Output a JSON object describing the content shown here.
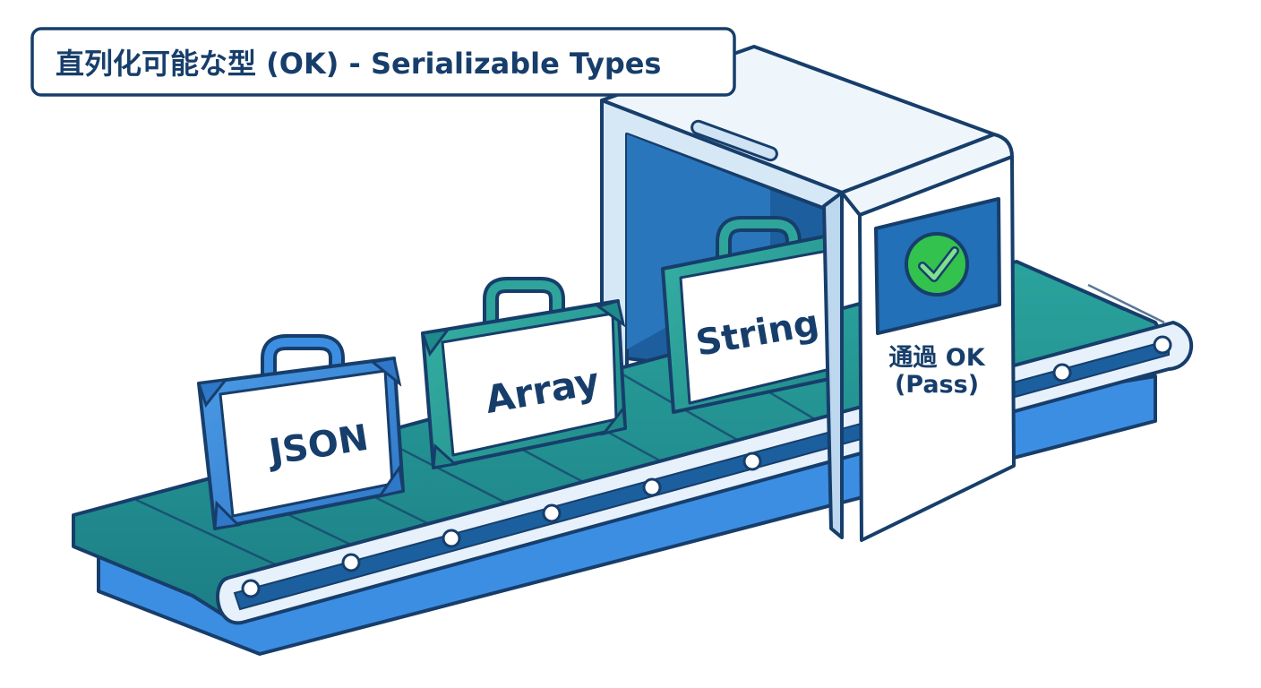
{
  "title": "直列化可能な型 (OK) - Serializable Types",
  "scanner": {
    "status_icon": "check-circle-icon",
    "status_line1": "通過 OK",
    "status_line2": "(Pass)"
  },
  "suitcases": [
    {
      "label": "JSON"
    },
    {
      "label": "Array"
    },
    {
      "label": "String"
    }
  ],
  "colors": {
    "outline": "#173e6b",
    "belt_teal": "#1f8f8c",
    "belt_blue": "#3c8ee3",
    "scanner_light": "#dcecf8",
    "screen_blue": "#2270b8",
    "check_green": "#33c24d"
  }
}
